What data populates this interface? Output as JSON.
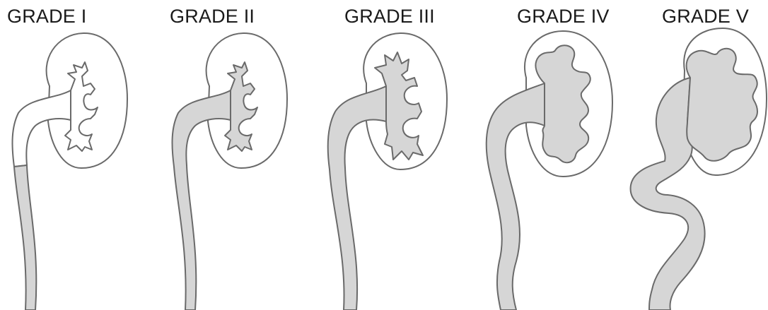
{
  "panels": [
    {
      "label": "GRADE I"
    },
    {
      "label": "GRADE II"
    },
    {
      "label": "GRADE III"
    },
    {
      "label": "GRADE IV"
    },
    {
      "label": "GRADE V"
    }
  ],
  "colors": {
    "outline": "#6a6a6a",
    "fill": "#d6d6d6",
    "background": "#ffffff"
  }
}
